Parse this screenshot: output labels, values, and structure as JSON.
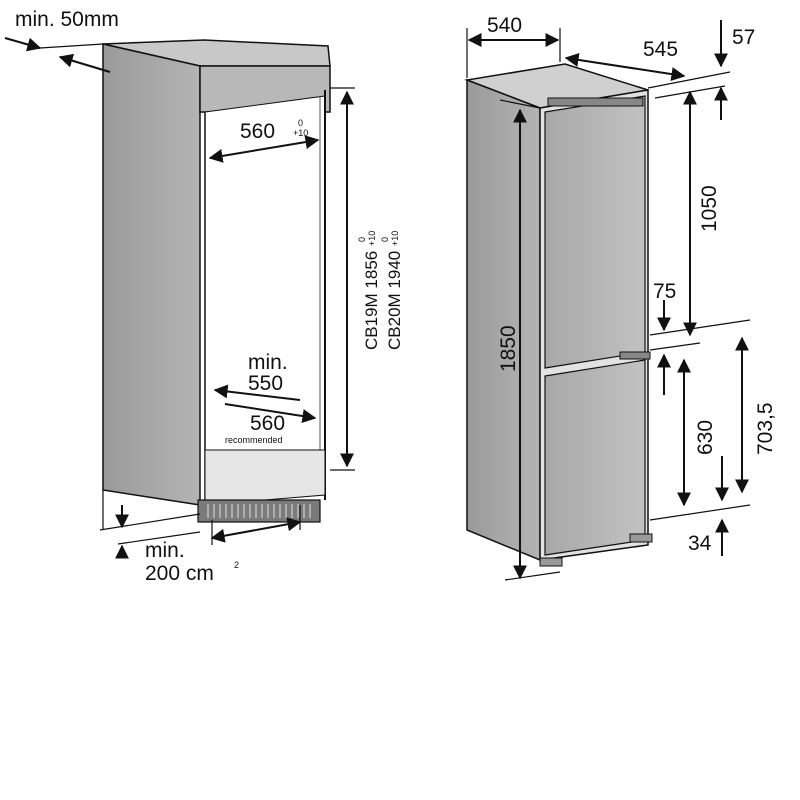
{
  "niche_diagram": {
    "top_gap_label": "min. 50mm",
    "width_label": "560",
    "width_tolerance": "+10",
    "width_tolerance_zero": "0",
    "height_cb19_label": "CB19M 1856",
    "height_cb19_tolerance": "+10",
    "height_cb19_tolerance_zero": "0",
    "height_cb20_label": "CB20M 1940",
    "height_cb20_tolerance": "+10",
    "height_cb20_tolerance_zero": "0",
    "depth_min_label_line1": "min.",
    "depth_min_label_line2": "550",
    "depth_recommended_value": "560",
    "depth_recommended_note": "recommended",
    "vent_label_line1": "min.",
    "vent_label_line2": "200 cm",
    "vent_label_sup": "2"
  },
  "appliance_diagram": {
    "width_label": "540",
    "depth_label": "545",
    "top_offset_label": "57",
    "upper_height_label": "1050",
    "total_height_label": "1850",
    "gap_label": "75",
    "lower_door_label": "630",
    "lower_total_label": "703,5",
    "bottom_offset_label": "34"
  }
}
